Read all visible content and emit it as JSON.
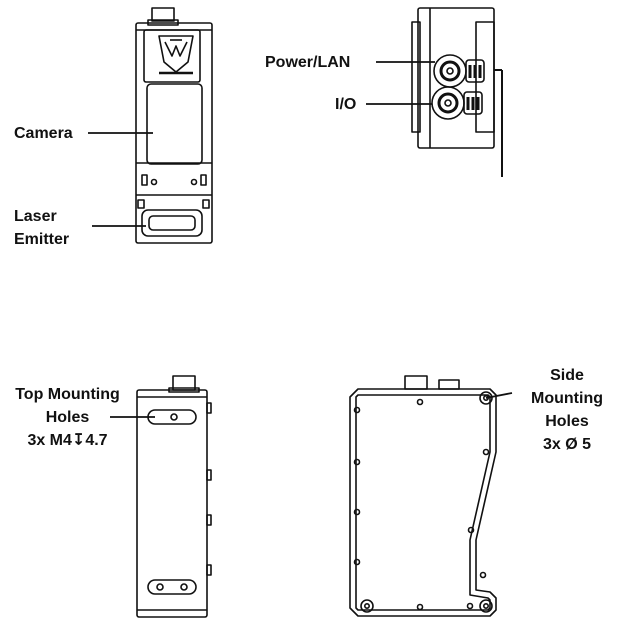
{
  "labels": {
    "camera": "Camera",
    "laser_line1": "Laser",
    "laser_line2": "Emitter",
    "power_lan": "Power/LAN",
    "io": "I/O",
    "top_line1": "Top Mounting",
    "top_line2": "Holes",
    "top_line3": "3x M4↧4.7",
    "side_line1": "Side",
    "side_line2": "Mounting",
    "side_line3": "Holes",
    "side_line4": "3x Ø 5"
  },
  "colors": {
    "ink": "#111111",
    "background": "#ffffff"
  }
}
